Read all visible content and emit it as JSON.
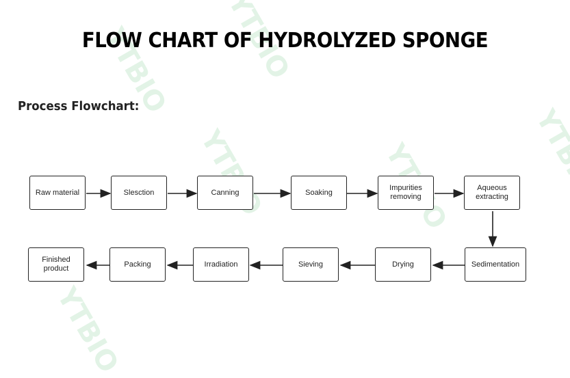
{
  "title": "FLOW CHART OF HYDROLYZED SPONGE",
  "subtitle": "Process Flowchart:",
  "watermark": "YTBIO",
  "colors": {
    "box_border": "#222222",
    "arrow": "#222222",
    "watermark": "#d6efdc"
  },
  "row1": [
    {
      "id": "raw-material",
      "label": "Raw material"
    },
    {
      "id": "slesction",
      "label": "Slesction"
    },
    {
      "id": "canning",
      "label": "Canning"
    },
    {
      "id": "soaking",
      "label": "Soaking"
    },
    {
      "id": "impurities-removing",
      "label": "Impurities removing"
    },
    {
      "id": "aqueous-extracting",
      "label": "Aqueous extracting"
    }
  ],
  "row2": [
    {
      "id": "finished-product",
      "label": "Finished product"
    },
    {
      "id": "packing",
      "label": "Packing"
    },
    {
      "id": "irradiation",
      "label": "Irradiation"
    },
    {
      "id": "sieving",
      "label": "Sieving"
    },
    {
      "id": "drying",
      "label": "Drying"
    },
    {
      "id": "sedimentation",
      "label": "Sedimentation"
    }
  ],
  "flow_order": [
    "Raw material",
    "Slesction",
    "Canning",
    "Soaking",
    "Impurities removing",
    "Aqueous extracting",
    "Sedimentation",
    "Drying",
    "Sieving",
    "Irradiation",
    "Packing",
    "Finished product"
  ]
}
